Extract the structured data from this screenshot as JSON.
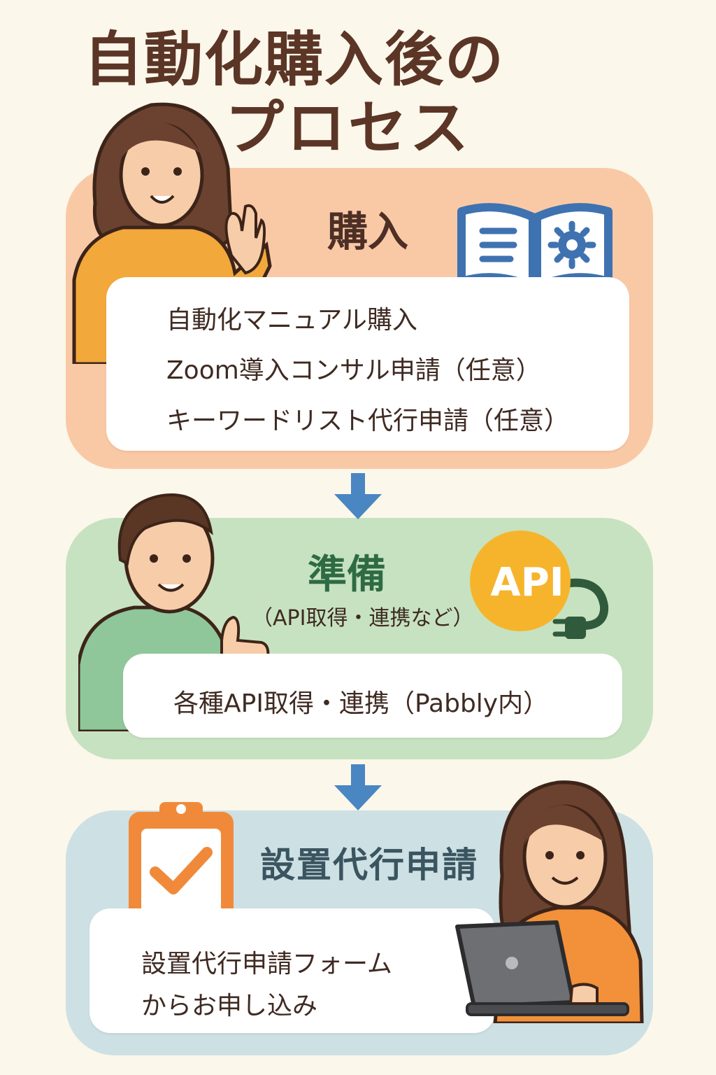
{
  "title": {
    "line1": "自動化購入後の",
    "line2": "プロセス"
  },
  "steps": [
    {
      "heading": "購入",
      "items": [
        "自動化マニュアル購入",
        "Zoom導入コンサル申請（任意）",
        "キーワードリスト代行申請（任意）"
      ],
      "icon": "manual-book-gear-icon",
      "color": "#f9c9a6"
    },
    {
      "heading": "準備",
      "subheading": "（API取得・連携など）",
      "badge": "API",
      "items": [
        "各種API取得・連携（Pabbly内）"
      ],
      "icon": "api-plug-icon",
      "color": "#c7e2c0"
    },
    {
      "heading": "設置代行申請",
      "items": [
        "設置代行申請フォーム",
        "からお申し込み"
      ],
      "icon": "clipboard-check-icon",
      "color": "#cde0e4"
    }
  ],
  "colors": {
    "background": "#fbf7ea",
    "arrow": "#4a86c2",
    "title": "#5b3526"
  }
}
